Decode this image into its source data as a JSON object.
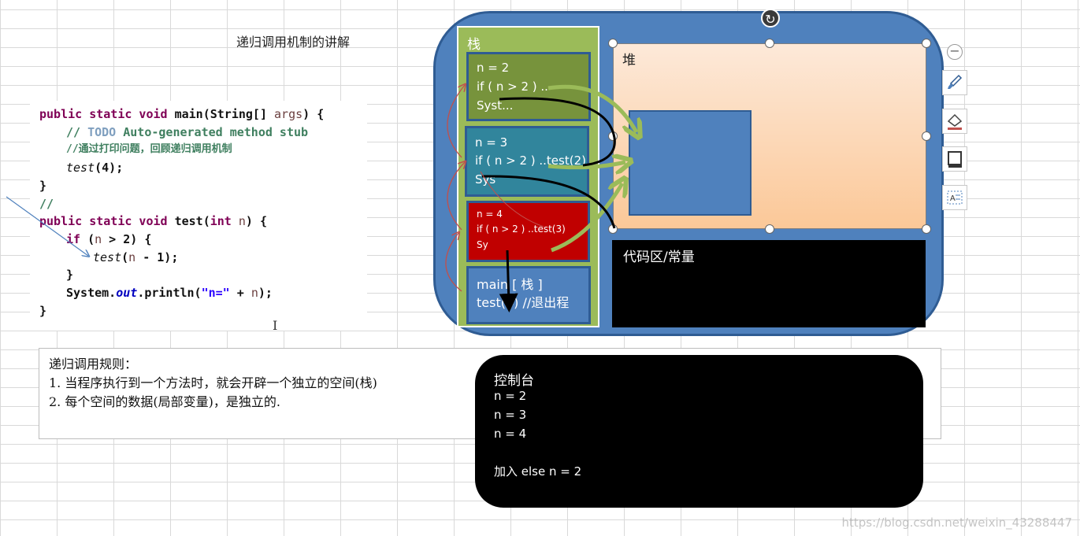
{
  "page_title": "递归调用机制的讲解",
  "code": {
    "l1_kw": "public static void",
    "l1_rest": " main(String[] ",
    "l1_param": "args",
    "l1_end": ") {",
    "l2_a": "// ",
    "l2_todo": "TODO",
    "l2_b": " Auto-generated method stub",
    "l3": "//通过打印问题，回顾递归调用机制",
    "l4_call": "test",
    "l4_args": "(4);",
    "l5": "}",
    "l6": "//",
    "l7_kw": "public static void",
    "l7_a": " test(",
    "l7_kw2": "int",
    "l7_param": " n",
    "l7_b": ") {",
    "l8_kw": "if",
    "l8_a": " (",
    "l8_param": "n",
    "l8_b": " > 2) {",
    "l9_call": "test",
    "l9_a": "(",
    "l9_param": "n",
    "l9_b": " - 1);",
    "l10": "}",
    "l11_a": "System.",
    "l11_out": "out",
    "l11_b": ".println(",
    "l11_str": "\"n=\"",
    "l11_c": " + ",
    "l11_param": "n",
    "l11_d": ");",
    "l12": "}",
    "cursor": "I"
  },
  "rules": {
    "title": "递归调用规则：",
    "rule1": "1. 当程序执行到一个方法时，就会开辟一个独立的空间(栈)",
    "rule2": "2. 每个空间的数据(局部变量)，是独立的."
  },
  "memory": {
    "stack_label": "栈",
    "heap_label": "堆",
    "code_area_label": "代码区/常量",
    "frames": [
      {
        "line1": "n  = 2",
        "line2": "if ( n > 2 ) ..",
        "line3": "Syst..."
      },
      {
        "line1": "n  = 3",
        "line2": "if ( n > 2 ) ..test(2)",
        "line3": "Sys"
      },
      {
        "line1": "n  = 4",
        "line2": "if ( n > 2 ) ..test(3)",
        "line3": "Sy"
      },
      {
        "line1": "main [ 栈 ]",
        "line2": "test(4) //退出程"
      }
    ],
    "rotate_icon": "↻",
    "minus_icon": "−"
  },
  "console": {
    "title": "控制台",
    "lines": [
      "n = 2",
      "n = 3",
      "n = 4",
      "",
      "加入 else   n = 2"
    ]
  },
  "watermark": "https://blog.csdn.net/weixin_43288447",
  "colors": {
    "frame_blue": "#4f81bd",
    "stack_green": "#9bbb59",
    "frame_n2": "#77933c",
    "frame_n3": "#31859c",
    "frame_n4": "#c00000",
    "arrow_green": "#9bbb59",
    "arrow_black": "#000000",
    "arrow_red": "#c0504d"
  }
}
